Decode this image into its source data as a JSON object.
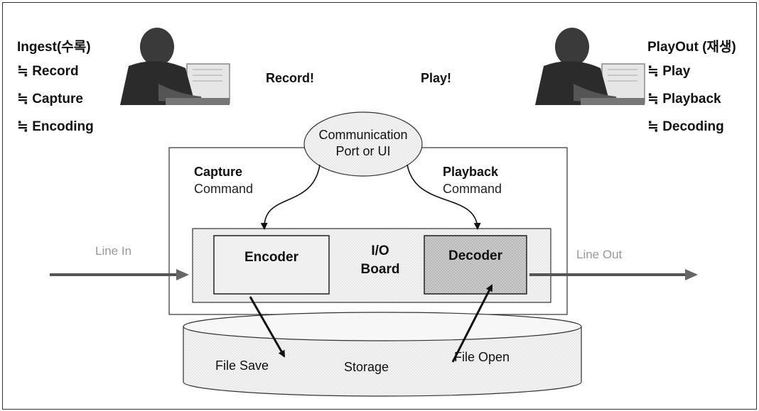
{
  "left_role": {
    "title": "Ingest(수록)",
    "items": [
      "≒ Record",
      "≒ Capture",
      "≒ Encoding"
    ]
  },
  "right_role": {
    "title": "PlayOut (재생)",
    "items": [
      "≒ Play",
      "≒ Playback",
      "≒ Decoding"
    ]
  },
  "calls": {
    "record": "Record!",
    "play": "Play!"
  },
  "comm": {
    "line1": "Communication",
    "line2": "Port or UI"
  },
  "capture_cmd": {
    "bold": "Capture",
    "sub": "Command"
  },
  "playback_cmd": {
    "bold": "Playback",
    "sub": "Command"
  },
  "encoder": "Encoder",
  "decoder": "Decoder",
  "io_board": {
    "line1": "I/O",
    "line2": "Board"
  },
  "line_in": "Line In",
  "line_out": "Line Out",
  "storage": {
    "label": "Storage",
    "file_save": "File Save",
    "file_open": "File Open"
  },
  "colors": {
    "arrow": "#555555",
    "decoder_fill": "#cfcfcf",
    "encoder_fill": "#eeeeee",
    "light_text": "#999999"
  },
  "icons": {
    "left_person": "operator-at-computer-icon",
    "right_person": "operator-at-computer-icon"
  }
}
